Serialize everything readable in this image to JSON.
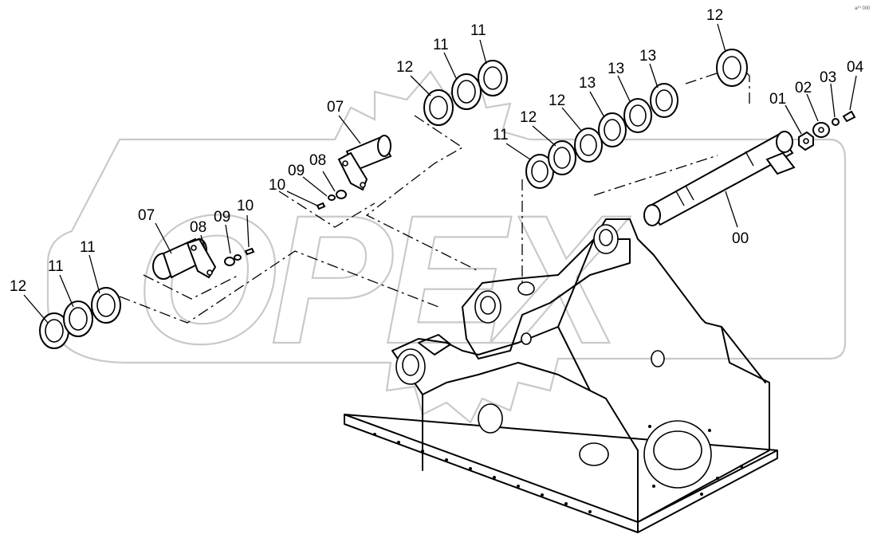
{
  "watermark": {
    "text": "OPEX"
  },
  "corner_note": "a²⁰ 000",
  "callouts": [
    {
      "id": "c1",
      "text": "12"
    },
    {
      "id": "c2",
      "text": "11"
    },
    {
      "id": "c3",
      "text": "11"
    },
    {
      "id": "c4",
      "text": "07"
    },
    {
      "id": "c5",
      "text": "08"
    },
    {
      "id": "c6",
      "text": "09"
    },
    {
      "id": "c7",
      "text": "10"
    },
    {
      "id": "c8",
      "text": "10"
    },
    {
      "id": "c9",
      "text": "09"
    },
    {
      "id": "c10",
      "text": "08"
    },
    {
      "id": "c11",
      "text": "07"
    },
    {
      "id": "c12",
      "text": "12"
    },
    {
      "id": "c13",
      "text": "11"
    },
    {
      "id": "c14",
      "text": "11"
    },
    {
      "id": "c15",
      "text": "11"
    },
    {
      "id": "c16",
      "text": "12"
    },
    {
      "id": "c17",
      "text": "12"
    },
    {
      "id": "c18",
      "text": "13"
    },
    {
      "id": "c19",
      "text": "13"
    },
    {
      "id": "c20",
      "text": "13"
    },
    {
      "id": "c21",
      "text": "12"
    },
    {
      "id": "c22",
      "text": "01"
    },
    {
      "id": "c23",
      "text": "02"
    },
    {
      "id": "c24",
      "text": "03"
    },
    {
      "id": "c25",
      "text": "04"
    },
    {
      "id": "c26",
      "text": "00"
    }
  ]
}
